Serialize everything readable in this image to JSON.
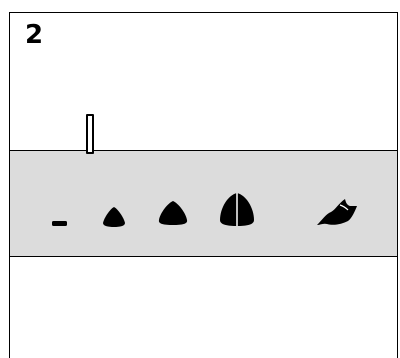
{
  "panel": {
    "number": "2"
  },
  "colors": {
    "band": "#dcdcdc",
    "ink": "#000000",
    "background": "#ffffff"
  },
  "sequence": {
    "shapes": [
      "dash-shape",
      "small-blob-shape",
      "medium-blob-shape",
      "large-split-blob-shape",
      "leaf-shape"
    ]
  }
}
